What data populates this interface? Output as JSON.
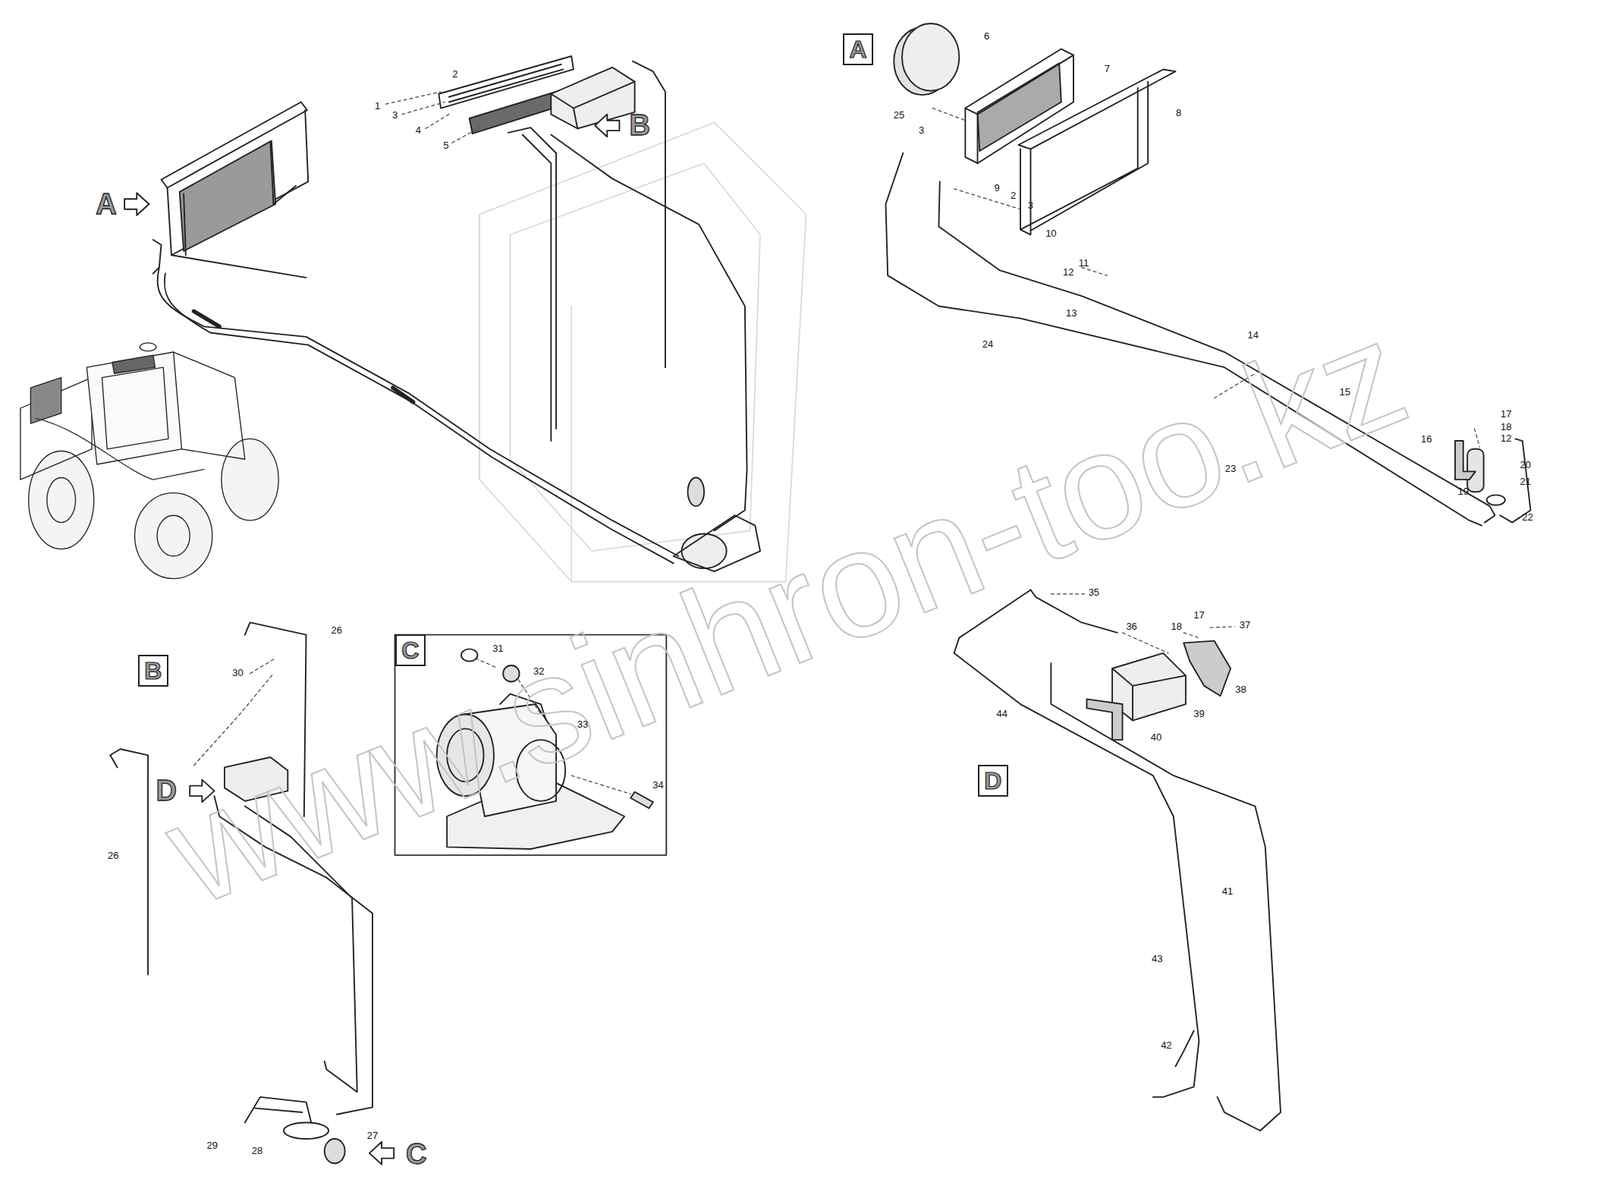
{
  "diagram": {
    "nodes": [
      {
        "text": [
          "A"
        ]
      },
      {
        "text": [
          "B"
        ]
      },
      {
        "text": [
          "C"
        ]
      },
      {
        "text": [
          "D"
        ]
      }
    ],
    "labels": [
      "A",
      "B",
      "D",
      "C",
      "www.sinhron-too.kz",
      "1",
      "2",
      "3",
      "4",
      "5",
      "6",
      "7",
      "8",
      "25",
      "3",
      "9",
      "2",
      "3",
      "10",
      "11",
      "12",
      "13",
      "24",
      "14",
      "15",
      "17",
      "18",
      "12",
      "20",
      "16",
      "21",
      "19",
      "22",
      "23",
      "26",
      "30",
      "26",
      "29",
      "28",
      "27",
      "31",
      "32",
      "33",
      "34",
      "35",
      "36",
      "18",
      "17",
      "37",
      "38",
      "39",
      "40",
      "44",
      "41",
      "43",
      "42"
    ]
  }
}
